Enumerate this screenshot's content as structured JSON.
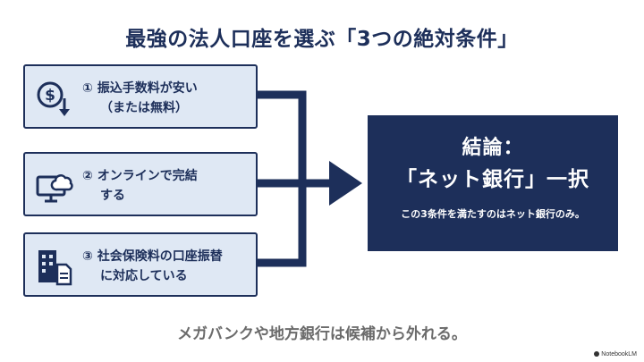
{
  "title": "最強の法人口座を選ぶ「3つの絶対条件」",
  "conditions": [
    {
      "line1": "① 振込手数料が安い",
      "line2": "（または無料）",
      "icon": "money-down-icon"
    },
    {
      "line1": "② オンラインで完結",
      "line2": "する",
      "icon": "monitor-cloud-icon"
    },
    {
      "line1": "③ 社会保険料の口座振替",
      "line2": "に対応している",
      "icon": "building-document-icon"
    }
  ],
  "conclusion": {
    "heading1": "結論：",
    "heading2": "「ネット銀行」一択",
    "sub": "この3条件を満たすのはネット銀行のみ。"
  },
  "footer": "メガバンクや地方銀行は候補から外れる。",
  "brand": "NotebookLM",
  "colors": {
    "navy": "#1d2f5a",
    "card_bg": "#dfe8f4",
    "footer_gray": "#6b6b6b"
  }
}
